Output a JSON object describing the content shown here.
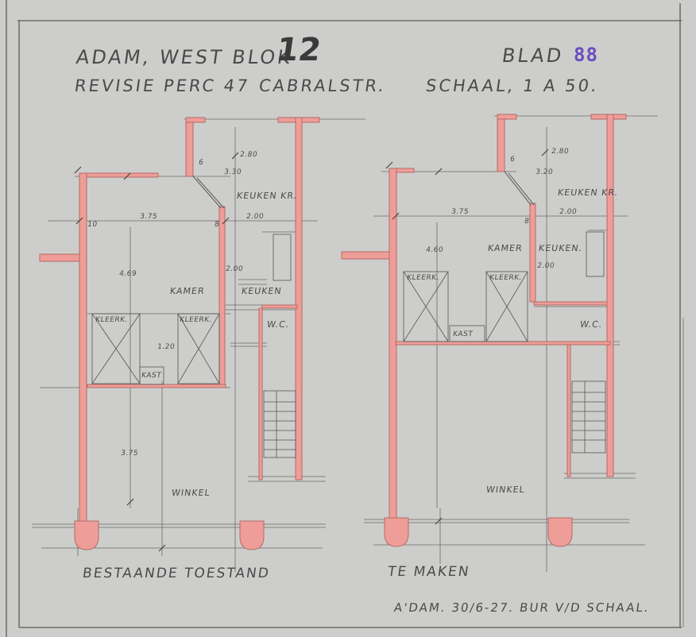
{
  "header": {
    "line1": "ADAM, WEST BLOK",
    "block_number": "12",
    "line2_left": "REVISIE PERC 47",
    "line2_street": "CABRALSTR.",
    "scale": "SCHAAL, 1 A 50.",
    "sheet_label": "BLAD",
    "sheet_number": "88"
  },
  "left_plan": {
    "caption": "BESTAANDE TOESTAND",
    "rooms": {
      "keuken_kr": "KEUKEN KR.",
      "kamer": "KAMER",
      "keuken": "KEUKEN",
      "wc": "W.C.",
      "winkel": "WINKEL",
      "kast": "KAST",
      "kleerkast_a": "KLEERK.",
      "kleerkast_b": "KLEERK."
    },
    "dims": {
      "d280": "2.80",
      "d375": "3.75",
      "d200": "2.00",
      "d469": "4.69",
      "d120": "1.20",
      "d200b": "2.00",
      "d375b": "3.75",
      "d330": "3.30",
      "d8": "8",
      "d10": "10",
      "d6": "6"
    }
  },
  "right_plan": {
    "caption": "TE MAKEN",
    "rooms": {
      "keuken_kr": "KEUKEN KR.",
      "kamer": "KAMER",
      "keuken": "KEUKEN.",
      "wc": "W.C.",
      "winkel": "WINKEL",
      "kast": "KAST",
      "kleerkast_a": "KLEERK.",
      "kleerkast_b": "KLEERK."
    },
    "dims": {
      "d280": "2.80",
      "d375": "3.75",
      "d200": "2.00",
      "d460": "4.60",
      "d200b": "2.00",
      "d320": "3.20",
      "d8": "8",
      "d6": "6"
    }
  },
  "footer": {
    "signature": "A'DAM. 30/6-27. BUR V/D SCHAAL."
  },
  "colors": {
    "paper": "#cdcecb",
    "ink": "#4a4a4a",
    "wall_fill": "#ef9d98",
    "wall_stroke": "#b46b66",
    "stamp_purple": "#6b4cc2",
    "border": "#555555"
  }
}
